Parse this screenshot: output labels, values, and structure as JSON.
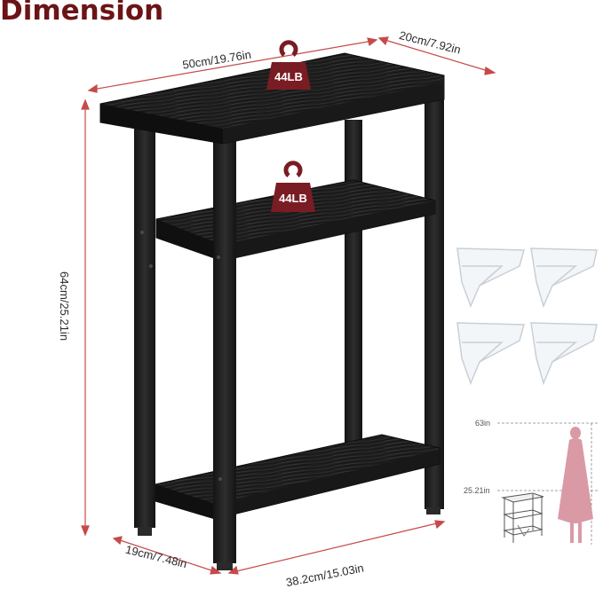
{
  "title": "Dimension",
  "dimensions": {
    "width": "50cm/19.76in",
    "depth_top": "20cm/7.92in",
    "height": "64cm/25.21in",
    "depth_bottom": "19cm/7.48in",
    "width_bottom": "38.2cm/15.03in"
  },
  "load_badges": {
    "top": "44LB",
    "middle": "44LB"
  },
  "height_chart": {
    "person_height": "63in",
    "table_height": "25.21in"
  },
  "colors": {
    "title": "#6b1416",
    "badge": "#7a1c24",
    "dimension_line": "#c64a4a",
    "table": "#1c1c1c",
    "person": "#d99aa5"
  },
  "icons": [
    "weight-icon",
    "foot-pad-icon",
    "person-silhouette-icon",
    "mini-table-icon"
  ]
}
